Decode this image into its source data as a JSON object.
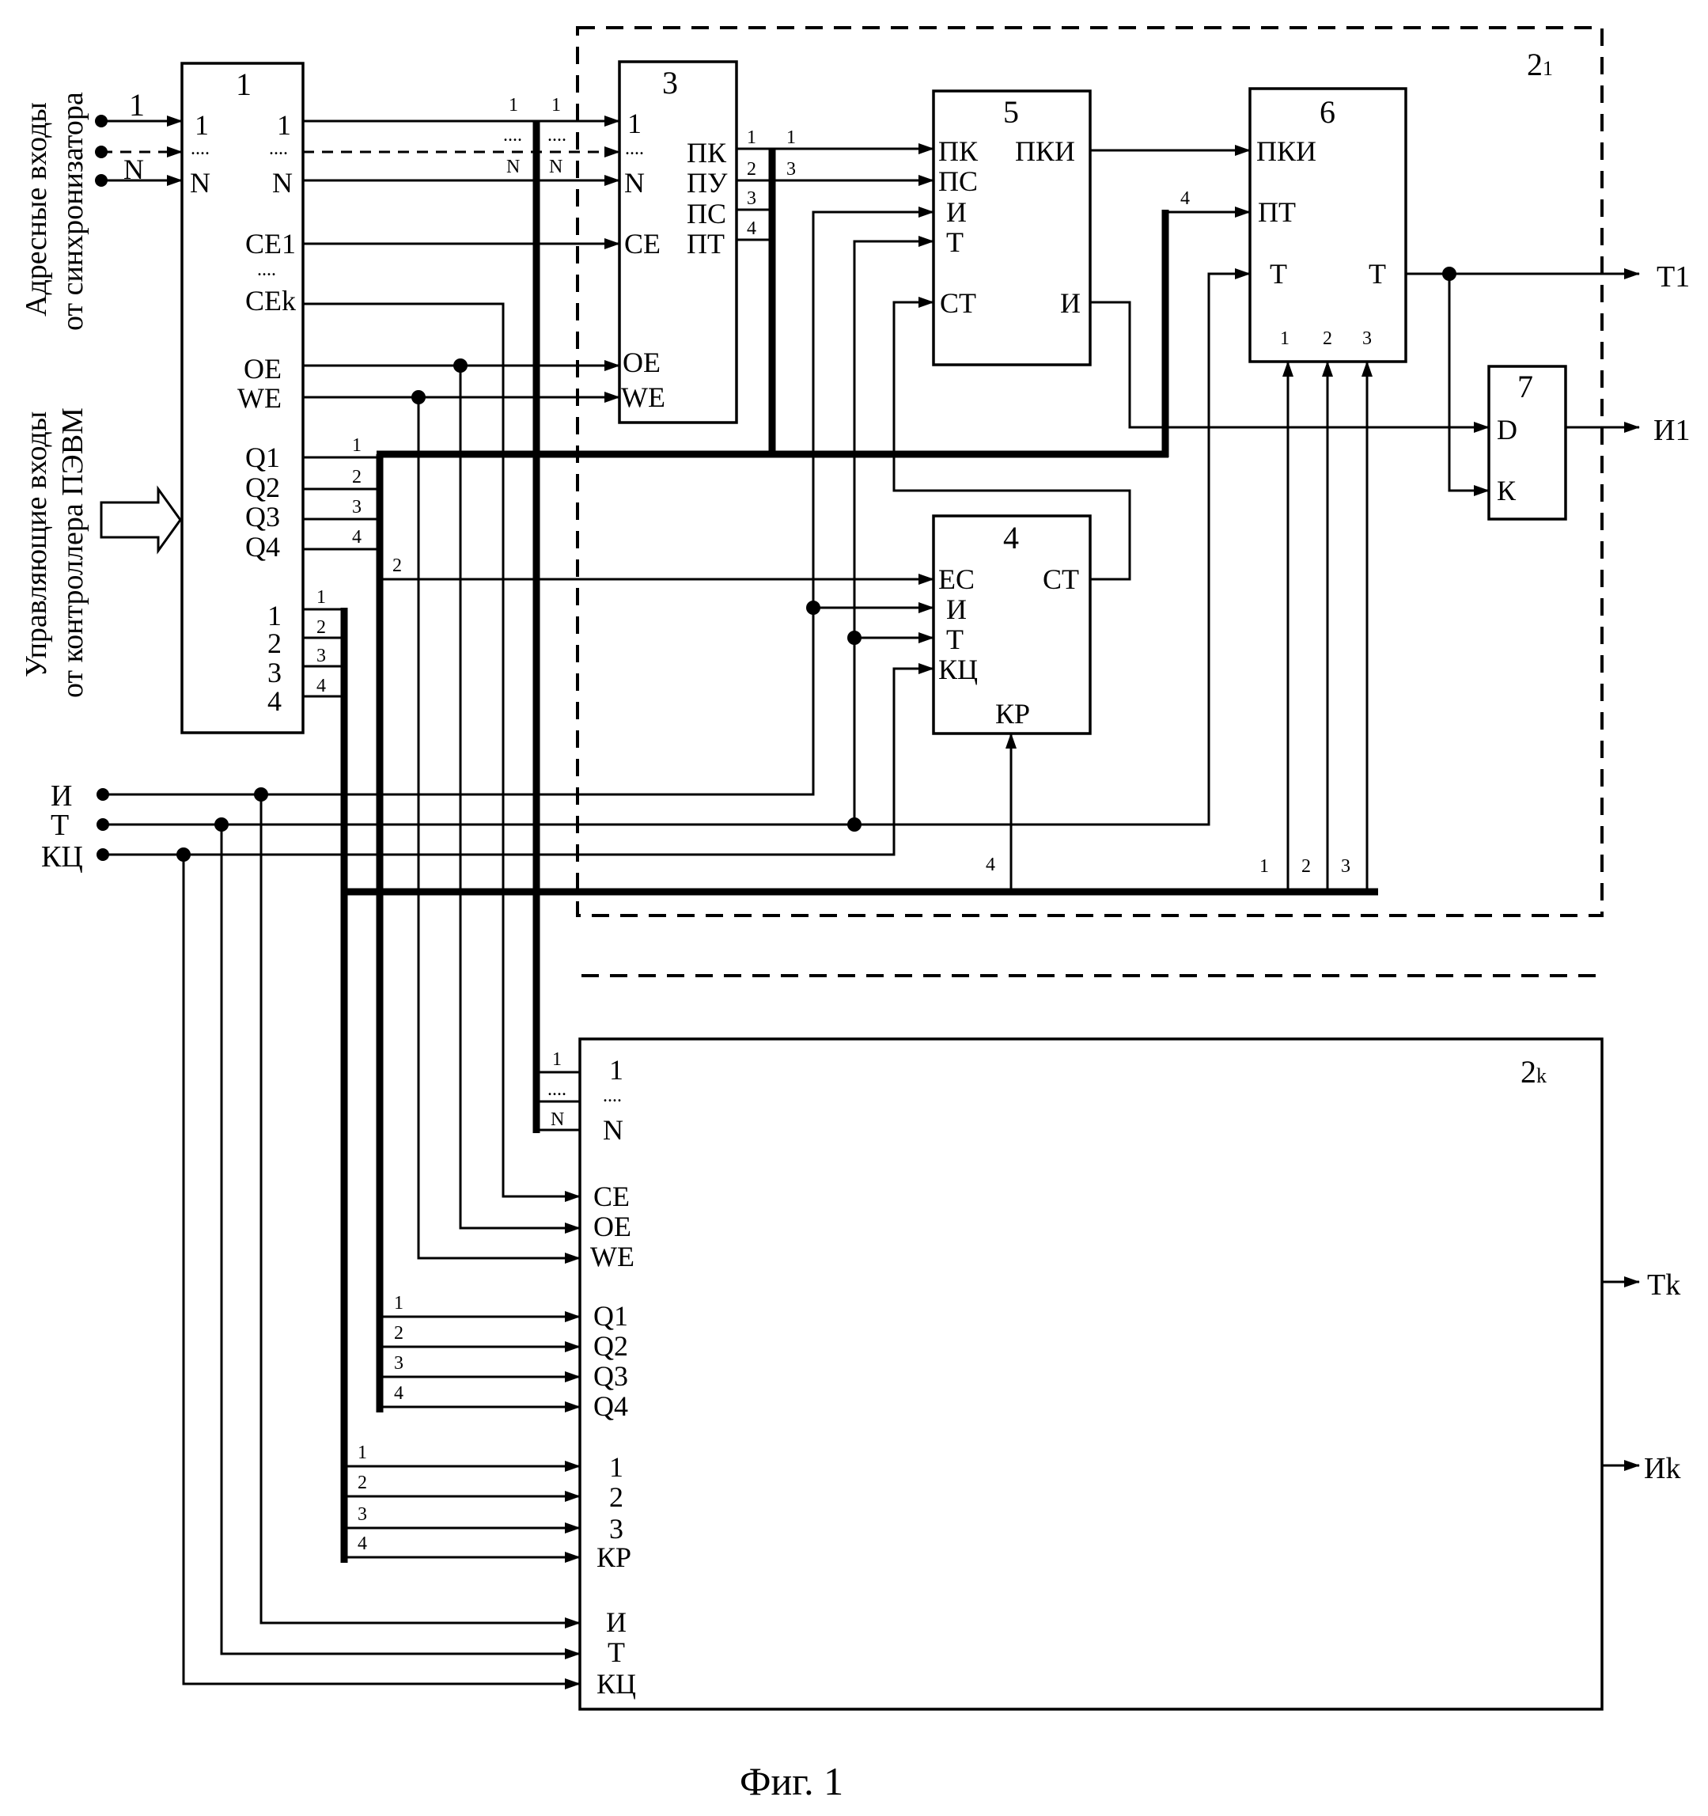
{
  "left_labels": {
    "address_line1": "Адресные входы",
    "address_line2": "от синхронизатора",
    "control_line1": "Управляющие входы",
    "control_line2": "от контроллера ПЭВМ"
  },
  "dots": "....",
  "block1": {
    "num": "1",
    "in1": "1",
    "inN": "N",
    "out1": "1",
    "outN": "N",
    "ce1": "CE1",
    "cek": "CEk",
    "oe": "OE",
    "we": "WE",
    "q1": "Q1",
    "q2": "Q2",
    "q3": "Q3",
    "q4": "Q4",
    "p1": "1",
    "p2": "2",
    "p3": "3",
    "p4": "4"
  },
  "group1": {
    "name": "21"
  },
  "groupk": {
    "name": "2k"
  },
  "block3": {
    "num": "3",
    "in1": "1",
    "inN": "N",
    "ce": "CE",
    "oe": "OE",
    "we": "WE",
    "pk": "ПК",
    "pu": "ПУ",
    "ps": "ПС",
    "pt": "ПТ"
  },
  "block5": {
    "num": "5",
    "pk": "ПК",
    "ps": "ПС",
    "i": "И",
    "t": "Т",
    "st": "СТ",
    "pki": "ПКИ",
    "i_out": "И"
  },
  "block6": {
    "num": "6",
    "pki": "ПКИ",
    "pt": "ПТ",
    "t": "Т",
    "t_out": "Т",
    "p1": "1",
    "p2": "2",
    "p3": "3"
  },
  "block4": {
    "num": "4",
    "es": "ЕС",
    "i": "И",
    "t": "Т",
    "kc": "КЦ",
    "kr": "КР",
    "st": "СТ"
  },
  "block7": {
    "num": "7",
    "d": "D",
    "k": "К"
  },
  "blockk": {
    "in1": "1",
    "inN": "N",
    "ce": "CE",
    "oe": "OE",
    "we": "WE",
    "q1": "Q1",
    "q2": "Q2",
    "q3": "Q3",
    "q4": "Q4",
    "p1": "1",
    "p2": "2",
    "p3": "3",
    "kr": "КР",
    "i": "И",
    "t": "Т",
    "kc": "КЦ"
  },
  "ext_inputs": {
    "i": "И",
    "t": "Т",
    "kc": "КЦ"
  },
  "outputs": {
    "t1": "Т1",
    "i1": "И1",
    "tk": "Тk",
    "ik": "Иk"
  },
  "bus_nums": [
    "1",
    "2",
    "3",
    "4",
    "N"
  ],
  "caption": "Фиг. 1"
}
